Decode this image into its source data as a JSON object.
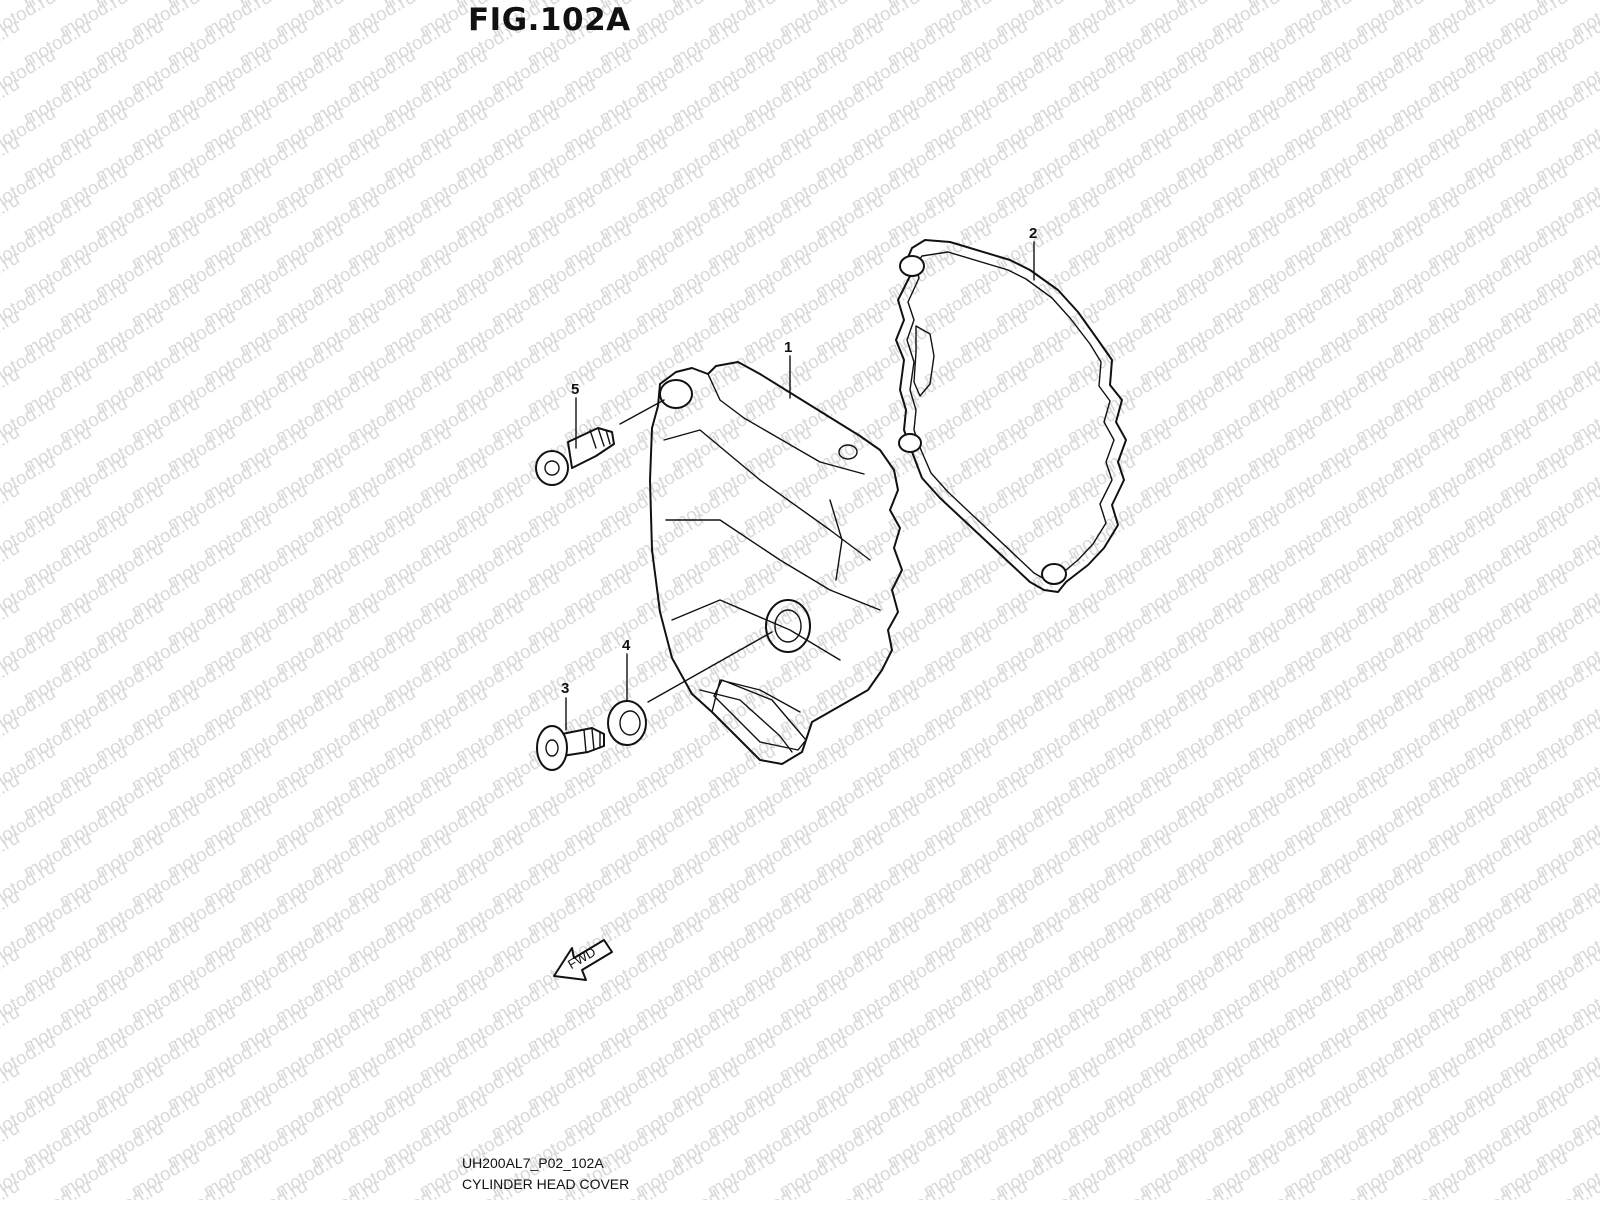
{
  "figure": {
    "title": "FIG.102A",
    "code": "UH200AL7_P02_102A",
    "name": "CYLINDER HEAD COVER"
  },
  "watermark": {
    "text": "motod.ru",
    "color": "#d9d9d9"
  },
  "callouts": [
    {
      "id": "1",
      "label": "1"
    },
    {
      "id": "2",
      "label": "2"
    },
    {
      "id": "3",
      "label": "3"
    },
    {
      "id": "4",
      "label": "4"
    },
    {
      "id": "5",
      "label": "5"
    }
  ],
  "direction": {
    "label": "FWD",
    "icon": "arrow-left-icon"
  }
}
